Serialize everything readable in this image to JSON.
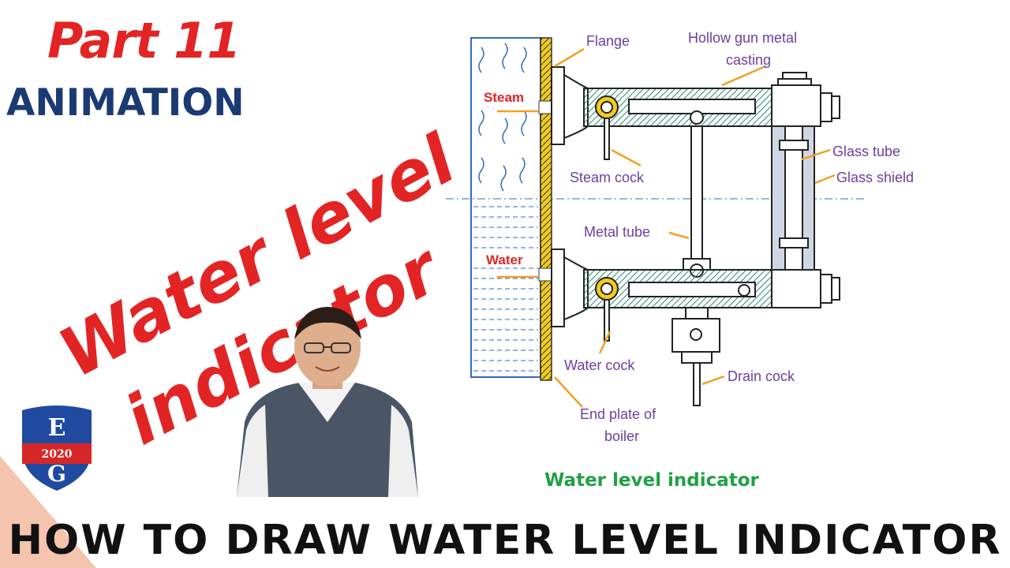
{
  "thumbnail": {
    "part_label": "Part 11",
    "subtitle": "ANIMATION",
    "topic_line1": "Water level",
    "topic_line2": "indicator",
    "bottom_title": "HOW TO DRAW WATER LEVEL INDICATOR"
  },
  "badge": {
    "letter_top": "E",
    "year": "2020",
    "letter_bottom": "G"
  },
  "diagram": {
    "caption": "Water level indicator",
    "labels": {
      "flange": "Flange",
      "casting_line1": "Hollow gun metal",
      "casting_line2": "casting",
      "glass_tube": "Glass tube",
      "glass_shield": "Glass shield",
      "steam_cock": "Steam cock",
      "metal_tube": "Metal tube",
      "water_cock": "Water cock",
      "drain_cock": "Drain cock",
      "end_plate_line1": "End plate of",
      "end_plate_line2": "boiler",
      "steam": "Steam",
      "water": "Water"
    }
  },
  "colors": {
    "title_red": "#e32424",
    "animation_navy": "#1b3a73",
    "label_purple": "#6b3fa0",
    "caption_green": "#21a045",
    "plate_yellow": "#f2cc1d",
    "leader_orange": "#f0a020",
    "badge_blue": "#1f4aa0",
    "badge_red": "#d62828"
  }
}
